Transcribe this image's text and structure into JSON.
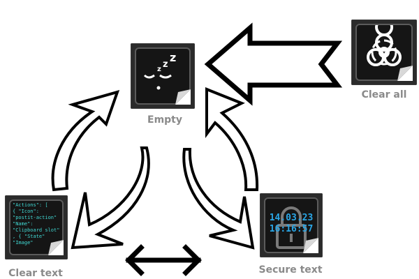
{
  "states": {
    "empty": {
      "label": "Empty",
      "icon": "sleeping-face-icon",
      "zzz": "z z z"
    },
    "clear_all": {
      "label": "Clear all",
      "icon": "biohazard-icon"
    },
    "clear_text": {
      "label": "Clear text",
      "icon": "json-code-icon",
      "code_lines": [
        "\"Actions\": [",
        "{      \"Icon\":",
        "\"postit-action\"",
        "       \"Name\":",
        "\"Clipboard slot\"",
        ", {       \"State\"",
        "          \"Image\""
      ]
    },
    "secure_text": {
      "label": "Secure text",
      "icon": "padlock-icon",
      "date": "14.03.23",
      "time": "16:16:57"
    }
  },
  "colors": {
    "tile_bg": "#2b2b2b",
    "label": "#8a8a8a",
    "code": "#41d9d4",
    "timestamp": "#2aa6e6",
    "arrow": "#000000"
  }
}
